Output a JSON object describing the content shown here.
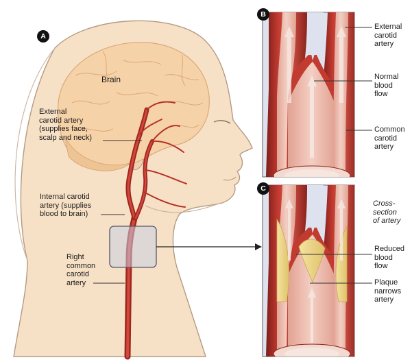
{
  "markers": {
    "a": "A",
    "b": "B",
    "c": "C"
  },
  "head_labels": {
    "brain": "Brain",
    "external_carotid": [
      "External",
      "carotid artery",
      "(supplies face,",
      "scalp and neck)"
    ],
    "internal_carotid": [
      "Internal carotid",
      "artery (supplies",
      "blood to brain)"
    ],
    "right_common_carotid": [
      "Right",
      "common",
      "carotid",
      "artery"
    ]
  },
  "panel_b_labels": {
    "external_carotid": [
      "External",
      "carotid",
      "artery"
    ],
    "normal_flow": [
      "Normal",
      "blood",
      "flow"
    ],
    "common_carotid": [
      "Common",
      "carotid",
      "artery"
    ]
  },
  "panel_c_labels": {
    "cross_section": [
      "Cross-",
      "section",
      "of artery"
    ],
    "reduced_flow": [
      "Reduced",
      "blood",
      "flow"
    ],
    "plaque": [
      "Plaque",
      "narrows",
      "artery"
    ]
  },
  "colors": {
    "skin": "#f7e1c6",
    "skin_outline": "#b49a82",
    "head_shade": "#efd8c4",
    "brain": "#f6d2a8",
    "artery": "#b8302a",
    "artery_dark": "#7d1d19",
    "artery_lumen": "#e9b2a2",
    "plaque": "#f0d98a",
    "panel_bg": "#dde2ee",
    "zoom_box": "#c8cfe2"
  }
}
